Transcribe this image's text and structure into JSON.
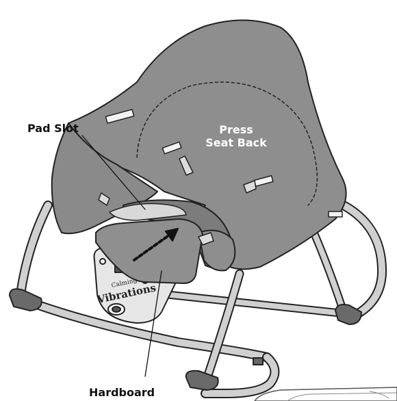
{
  "labels": {
    "pad_slot": "Pad Slot",
    "hardboard": "Hardboard",
    "press_line1": "Press",
    "press_line2": "Seat Back"
  },
  "logo": {
    "word1": "Calming",
    "word2": "Vibrations"
  },
  "colors": {
    "pad": "#8e8e8e",
    "pad_dark": "#7c7c7c",
    "frame": "#cfcfcf",
    "frame_dark": "#6b6b6b",
    "outline": "#222222",
    "arrow": "#111111",
    "press_text": "#ffffff"
  }
}
